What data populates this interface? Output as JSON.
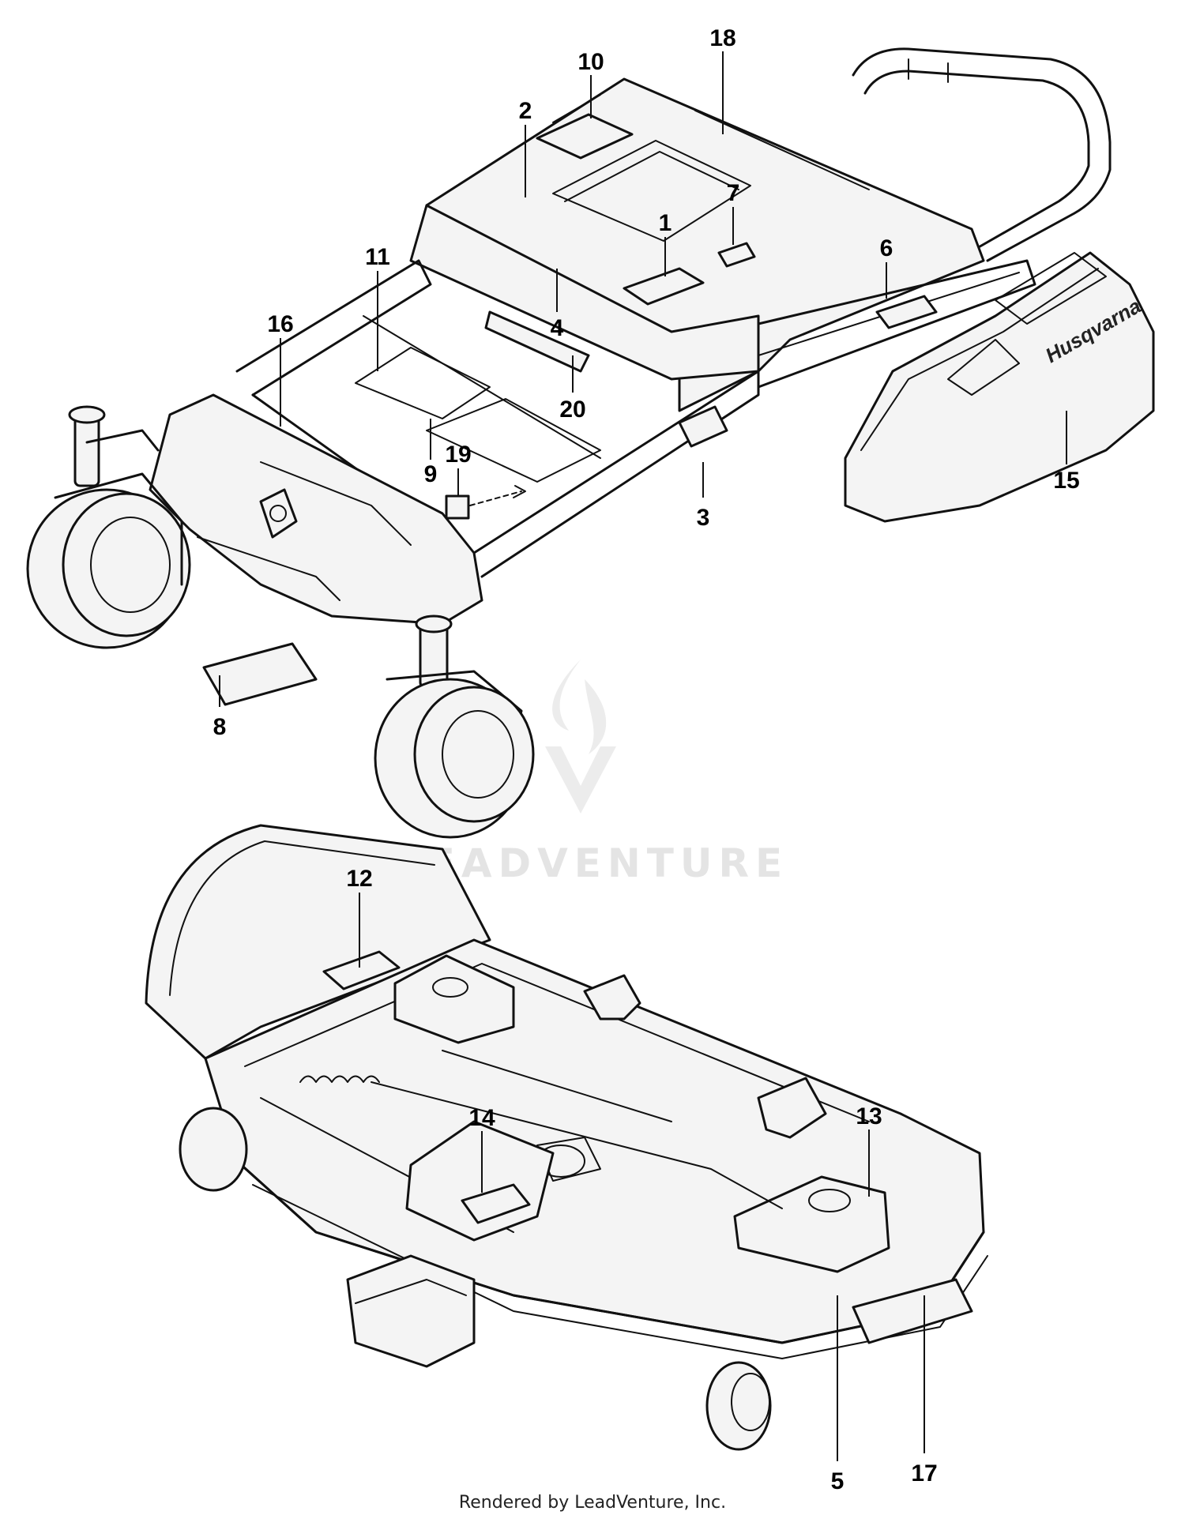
{
  "watermark": "LEADVENTURE",
  "logo_text": "Husqvarna",
  "footer": "Rendered by LeadVenture, Inc.",
  "callouts": [
    "1",
    "2",
    "3",
    "4",
    "5",
    "6",
    "7",
    "8",
    "9",
    "10",
    "11",
    "12",
    "13",
    "14",
    "15",
    "16",
    "17",
    "18",
    "19",
    "20"
  ]
}
